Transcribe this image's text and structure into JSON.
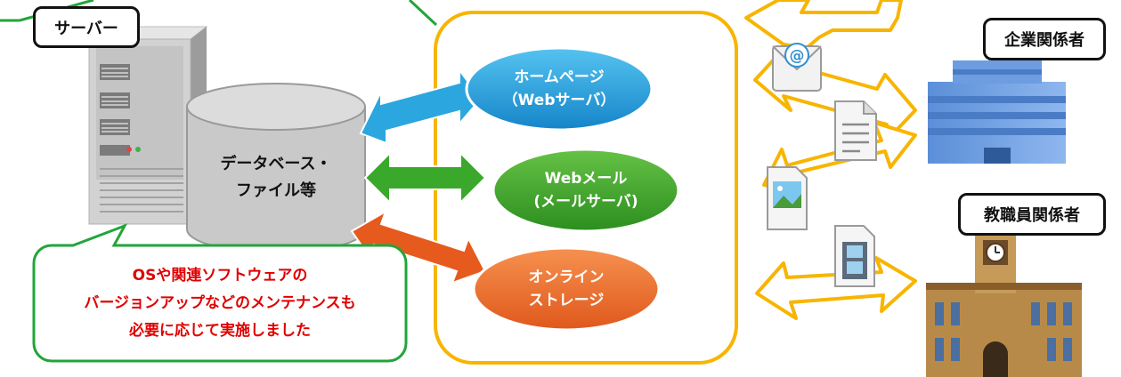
{
  "server_label": "サーバー",
  "database": {
    "line1": "データベース・",
    "line2": "ファイル等"
  },
  "services": [
    {
      "line1": "ホームページ",
      "line2": "（Webサーバ）",
      "color": "#1e9bdc"
    },
    {
      "line1": "Webメール",
      "line2": "(メールサーバ)",
      "color": "#3aa82a"
    },
    {
      "line1": "オンライン",
      "line2": "ストレージ",
      "color": "#ee6a2c"
    }
  ],
  "note": {
    "line1": "OSや関連ソフトウェアの",
    "line2": "バージョンアップなどのメンテナンスも",
    "line3": "必要に応じて実施しました"
  },
  "stakeholders": [
    {
      "label": "企業関係者"
    },
    {
      "label": "教職員関係者"
    }
  ],
  "colors": {
    "accent_yellow": "#f7b500",
    "note_border": "#22a53a",
    "note_text": "#e00000",
    "arrow_blue": "#2ca6df",
    "arrow_green": "#3aa82a",
    "arrow_orange": "#e65a1e"
  },
  "icons": [
    "server-icon",
    "database-icon",
    "mail-icon",
    "document-icon",
    "image-icon",
    "video-icon",
    "office-building-icon",
    "university-building-icon"
  ]
}
